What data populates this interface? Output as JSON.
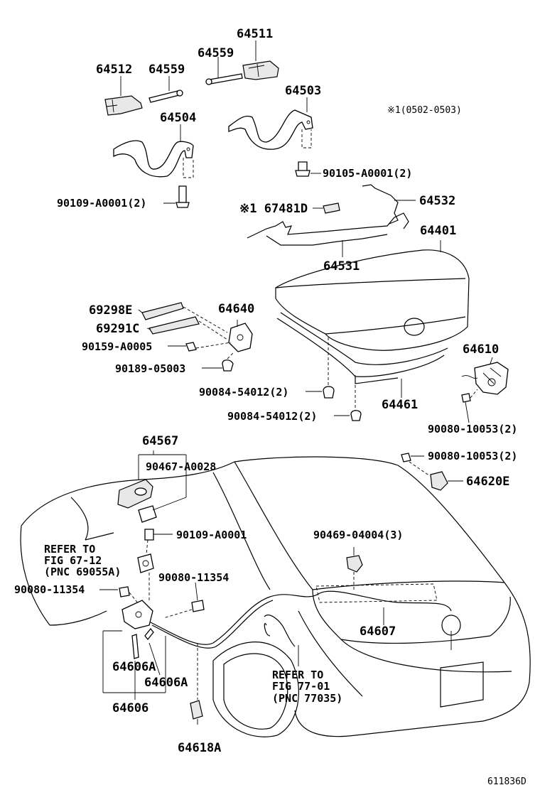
{
  "diagram": {
    "labels": {
      "p64511": "64511",
      "p64559a": "64559",
      "p64512": "64512",
      "p64559b": "64559",
      "p64503": "64503",
      "p64504": "64504",
      "note_period": "※1(0502-0503)",
      "p90105": "90105-A0001(2)",
      "p90109a": "90109-A0001(2)",
      "p64532": "64532",
      "p67481d": "※1 67481D",
      "p64401": "64401",
      "p64531": "64531",
      "p69298e": "69298E",
      "p64640": "64640",
      "p69291c": "69291C",
      "p90159": "90159-A0005",
      "p90189": "90189-05003",
      "p64610": "64610",
      "p90084a": "90084-54012(2)",
      "p64461": "64461",
      "p90084b": "90084-54012(2)",
      "p90080a": "90080-10053(2)",
      "p64567": "64567",
      "p90467": "90467-A0028",
      "p90080b": "90080-10053(2)",
      "p64620e": "64620E",
      "p90109b": "90109-A0001",
      "p90469": "90469-04004(3)",
      "ref1_l1": "REFER TO",
      "ref1_l2": "FIG 67-12",
      "ref1_l3": "(PNC 69055A)",
      "p90080c": "90080-11354",
      "p90080d": "90080-11354",
      "p64607": "64607",
      "p64606a1": "64606A",
      "p64606a2": "64606A",
      "ref2_l1": "REFER TO",
      "ref2_l2": "FIG 77-01",
      "ref2_l3": "(PNC 77035)",
      "p64606": "64606",
      "p64618a": "64618A",
      "figure_id": "611836D"
    }
  }
}
